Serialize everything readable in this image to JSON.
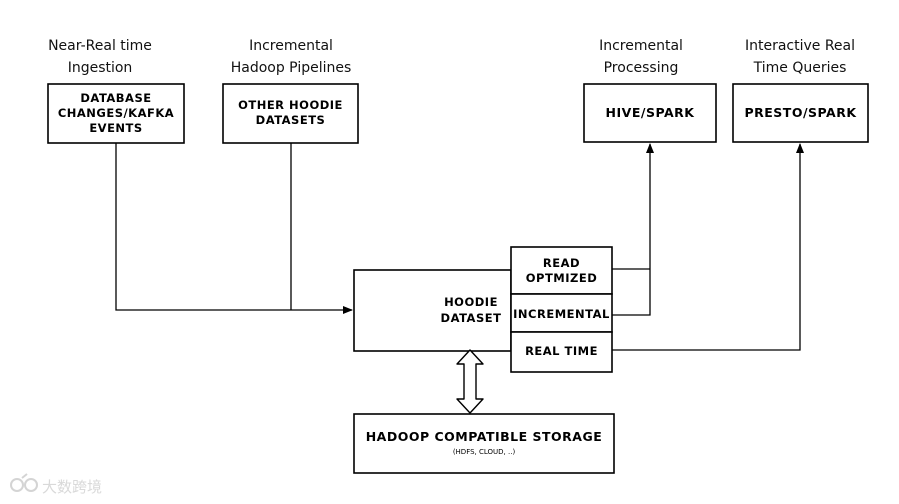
{
  "captions": {
    "ingestion": [
      "Near-Real time",
      "Ingestion"
    ],
    "pipelines": [
      "Incremental",
      "Hadoop Pipelines"
    ],
    "processing": [
      "Incremental",
      "Processing"
    ],
    "queries": [
      "Interactive Real",
      "Time Queries"
    ]
  },
  "boxes": {
    "database": [
      "DATABASE",
      "CHANGES/KAFKA",
      "EVENTS"
    ],
    "other_hoodie": [
      "OTHER HOODIE",
      "DATASETS"
    ],
    "hive_spark": "HIVE/SPARK",
    "presto_spark": "PRESTO/SPARK",
    "hoodie_dataset": [
      "HOODIE",
      "DATASET"
    ],
    "views": {
      "read_optimized": [
        "READ",
        "OPTMIZED"
      ],
      "incremental": "INCREMENTAL",
      "real_time": "REAL TIME"
    },
    "storage": {
      "title": "HADOOP COMPATIBLE STORAGE",
      "subtitle": "(HDFS, CLOUD, ..)"
    }
  },
  "watermark": "大数跨境"
}
